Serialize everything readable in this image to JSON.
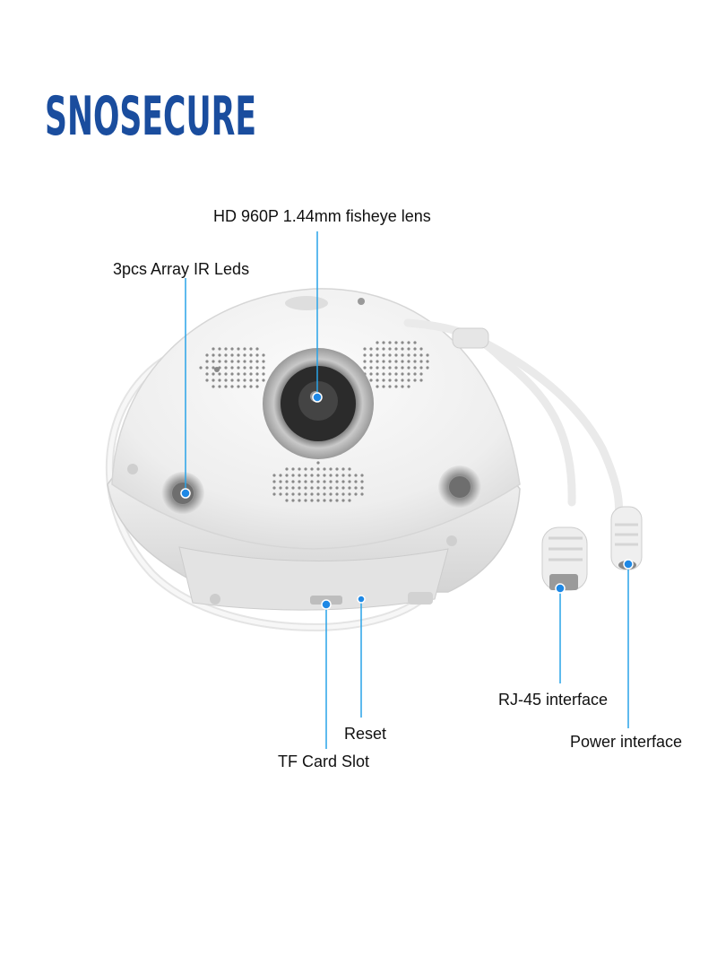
{
  "brand": {
    "logo_text": "SNOSECURE",
    "logo_color": "#1a4d9e"
  },
  "callouts": {
    "lens": "HD 960P 1.44mm fisheye lens",
    "ir_leds": "3pcs Array IR Leds",
    "rj45": "RJ-45 interface",
    "power": "Power interface",
    "reset": "Reset",
    "tf_card": "TF Card Slot"
  },
  "colors": {
    "leader_line": "#29a3e8",
    "leader_dot": "#1e88e5",
    "camera_body": "#f1f1f1"
  }
}
